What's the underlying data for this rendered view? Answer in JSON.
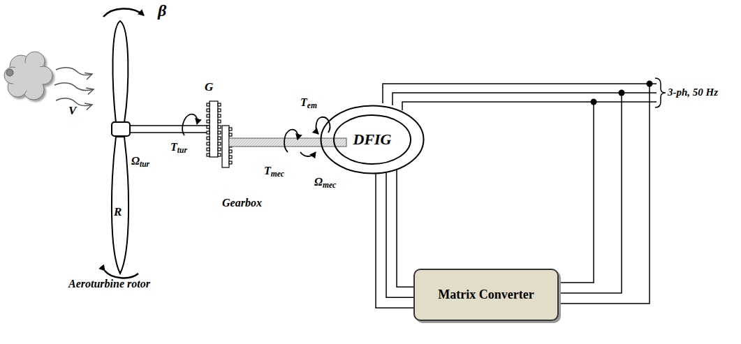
{
  "diagram": {
    "nodes": [
      {
        "text": [
          "DFIG"
        ]
      },
      {
        "text": [
          "Matrix Converter"
        ]
      }
    ],
    "edges": [
      {
        "from": 0,
        "to": 1,
        "arrow": "none"
      }
    ],
    "labels": [
      "β",
      "V",
      "G",
      "Tem",
      "Ωtur",
      "Ttur",
      "R",
      "Tmec",
      "Ωmec",
      "Gearbox",
      "Aeroturbine rotor",
      "3-ph, 50 Hz"
    ]
  }
}
